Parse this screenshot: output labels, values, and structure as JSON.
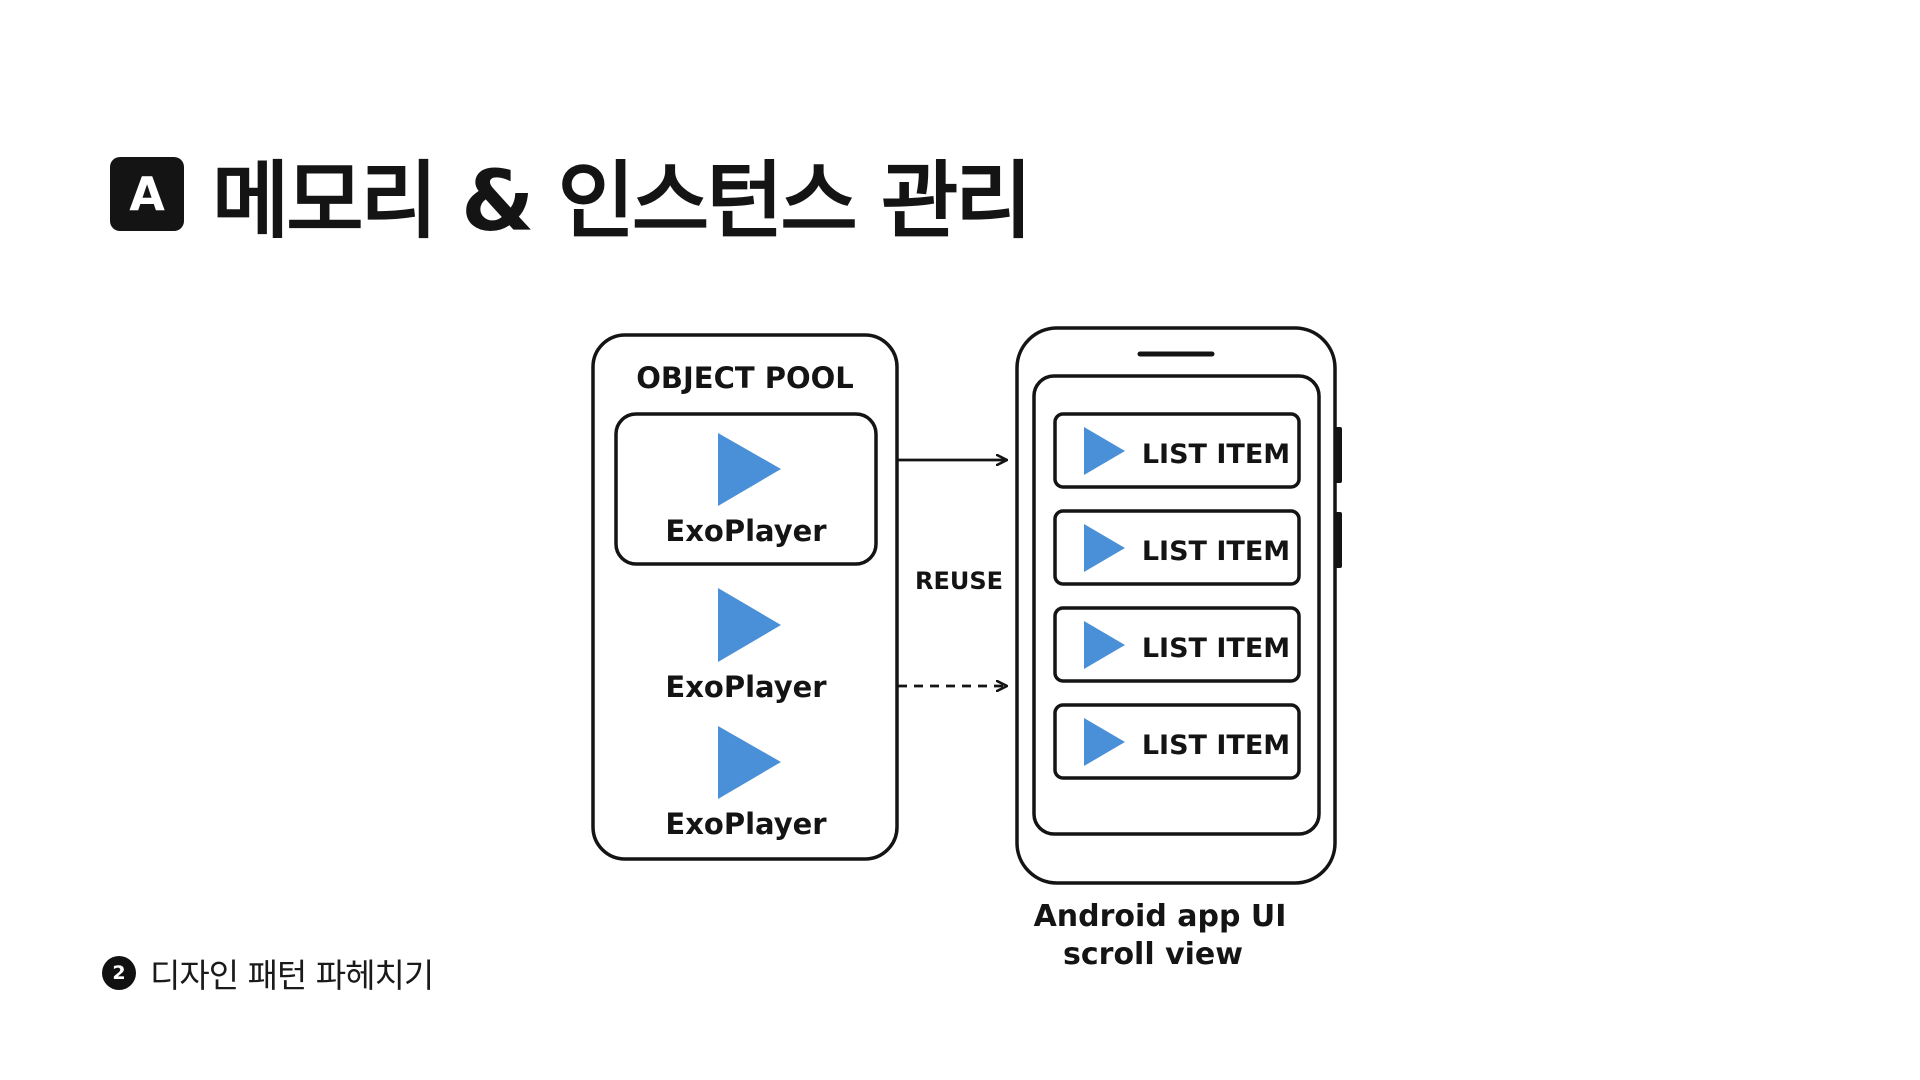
{
  "header": {
    "badge": "A",
    "title": "메모리 & 인스턴스 관리"
  },
  "colors": {
    "accent": "#4A90D9",
    "ink": "#141414",
    "background": "#ffffff"
  },
  "pool": {
    "title": "OBJECT POOL",
    "items": [
      {
        "icon": "play-icon",
        "label": "ExoPlayer",
        "highlighted": true
      },
      {
        "icon": "play-icon",
        "label": "ExoPlayer",
        "highlighted": false
      },
      {
        "icon": "play-icon",
        "label": "ExoPlayer",
        "highlighted": false
      }
    ]
  },
  "connector": {
    "label": "REUSE"
  },
  "phone": {
    "list_items": [
      {
        "icon": "play-icon",
        "label": "LIST ITEM"
      },
      {
        "icon": "play-icon",
        "label": "LIST ITEM"
      },
      {
        "icon": "play-icon",
        "label": "LIST ITEM"
      },
      {
        "icon": "play-icon",
        "label": "LIST ITEM"
      }
    ],
    "caption_line1": "Android app UI",
    "caption_line2": "scroll view"
  },
  "footer": {
    "number": "2",
    "text": "디자인 패턴 파헤치기"
  }
}
